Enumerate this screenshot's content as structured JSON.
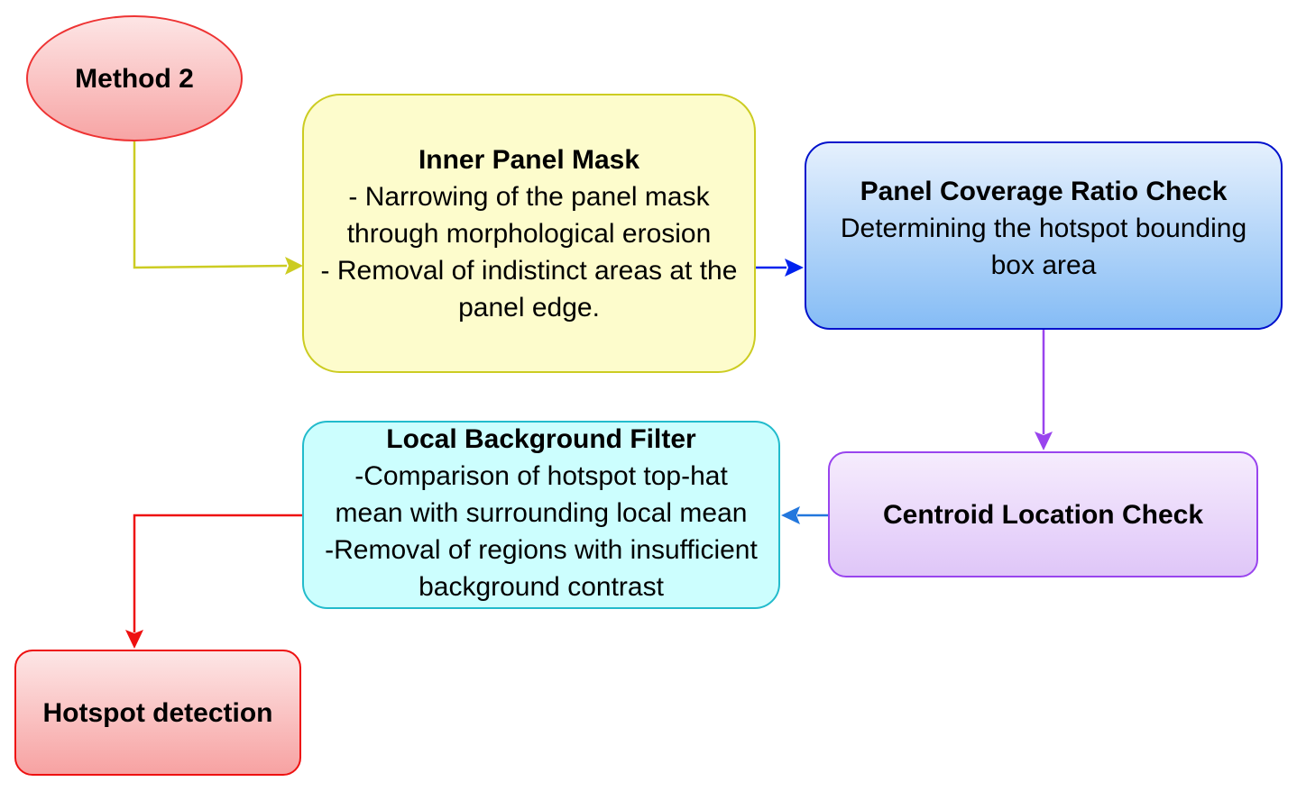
{
  "nodes": {
    "method2": {
      "title": "Method 2"
    },
    "inner_panel_mask": {
      "title": "Inner Panel Mask",
      "lines": [
        "- Narrowing of the panel mask",
        "through morphological erosion",
        "- Removal of indistinct areas at the",
        "panel edge."
      ]
    },
    "panel_coverage": {
      "title": "Panel Coverage Ratio Check",
      "lines": [
        "Determining the hotspot bounding",
        "box area"
      ]
    },
    "centroid": {
      "title": "Centroid Location Check"
    },
    "local_background": {
      "title": "Local Background Filter",
      "lines": [
        "-Comparison of hotspot top-hat",
        "mean with surrounding local mean",
        "-Removal of regions with insufficient",
        "background contrast"
      ]
    },
    "hotspot": {
      "title": "Hotspot detection"
    }
  },
  "connectors": [
    {
      "from": "method2",
      "to": "inner_panel_mask",
      "color": "#cccc22"
    },
    {
      "from": "inner_panel_mask",
      "to": "panel_coverage",
      "color": "#0022ee"
    },
    {
      "from": "panel_coverage",
      "to": "centroid",
      "color": "#9944ee"
    },
    {
      "from": "centroid",
      "to": "local_background",
      "color": "#2277dd"
    },
    {
      "from": "local_background",
      "to": "hotspot",
      "color": "#ee1111"
    }
  ]
}
